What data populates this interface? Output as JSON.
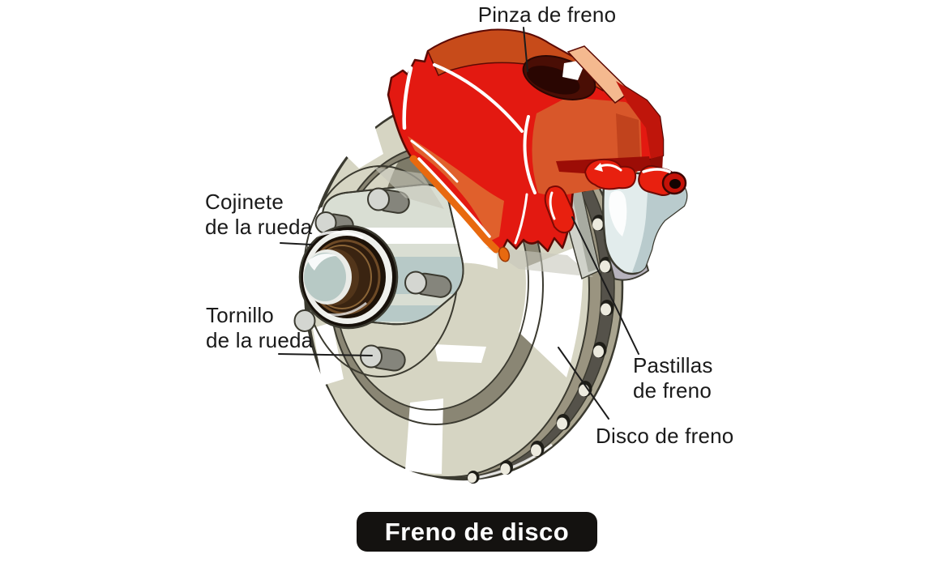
{
  "title": {
    "text": "Freno de disco"
  },
  "labels": {
    "pinza": "Pinza de freno",
    "cojinete": "Cojinete\nde la rueda",
    "tornillo": "Tornillo\nde la rueda",
    "pastillas": "Pastillas\nde freno",
    "disco": "Disco de freno"
  },
  "colors": {
    "caliper_red": "#e31911",
    "caliper_dark_red": "#9c0d06",
    "caliper_top_band": "#c74b1a",
    "arch_orange": "#e8690f",
    "interior_orange": "#d8572a",
    "peach": "#f4b98f",
    "hole_maroon": "#4a0e05",
    "disc_face": "#d6d5c3",
    "sector_white": "#ffffff",
    "sector_shadow": "#7d7a68",
    "band_olive": "#9a9480",
    "band_dark": "#55524a",
    "rim_olive": "#a9a48f",
    "outline": "#3b3a30",
    "hub_plate": "#d9ded3",
    "stripe_blue": "#b7c9c7",
    "bolt_gray": "#85857c",
    "bolt_cap": "#d4d6d1",
    "bearing_brown": "#52351a",
    "chrome": "#eff0ec",
    "bearing_face": "#b7c9c5",
    "bracket_silver": "#e2ecec",
    "bracket_shade": "#b9cbcd",
    "mount_gray": "#b7b3bd",
    "leader_line": "#1c1c1c",
    "label_text": "#1a1a1a",
    "title_bg": "#141210",
    "title_text": "#ffffff"
  }
}
